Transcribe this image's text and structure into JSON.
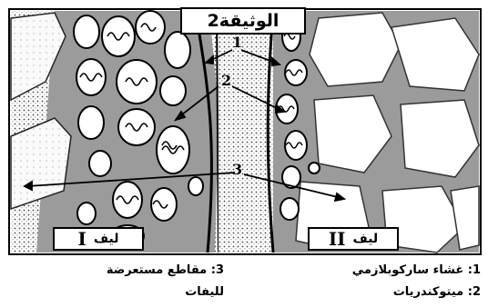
{
  "title": "الوثيقة2",
  "callouts": [
    "1",
    "2",
    "3"
  ],
  "fiber_left": {
    "label": "ليف",
    "numeral": "I"
  },
  "fiber_right": {
    "label": "ليف",
    "numeral": "II"
  },
  "legend": {
    "item1": "1: غشاء ساركوبلازمي",
    "item2": "2: ميتوكندريات",
    "item3_line1": "3: مقاطع مستعرضة",
    "item3_line2": "لليفات"
  }
}
